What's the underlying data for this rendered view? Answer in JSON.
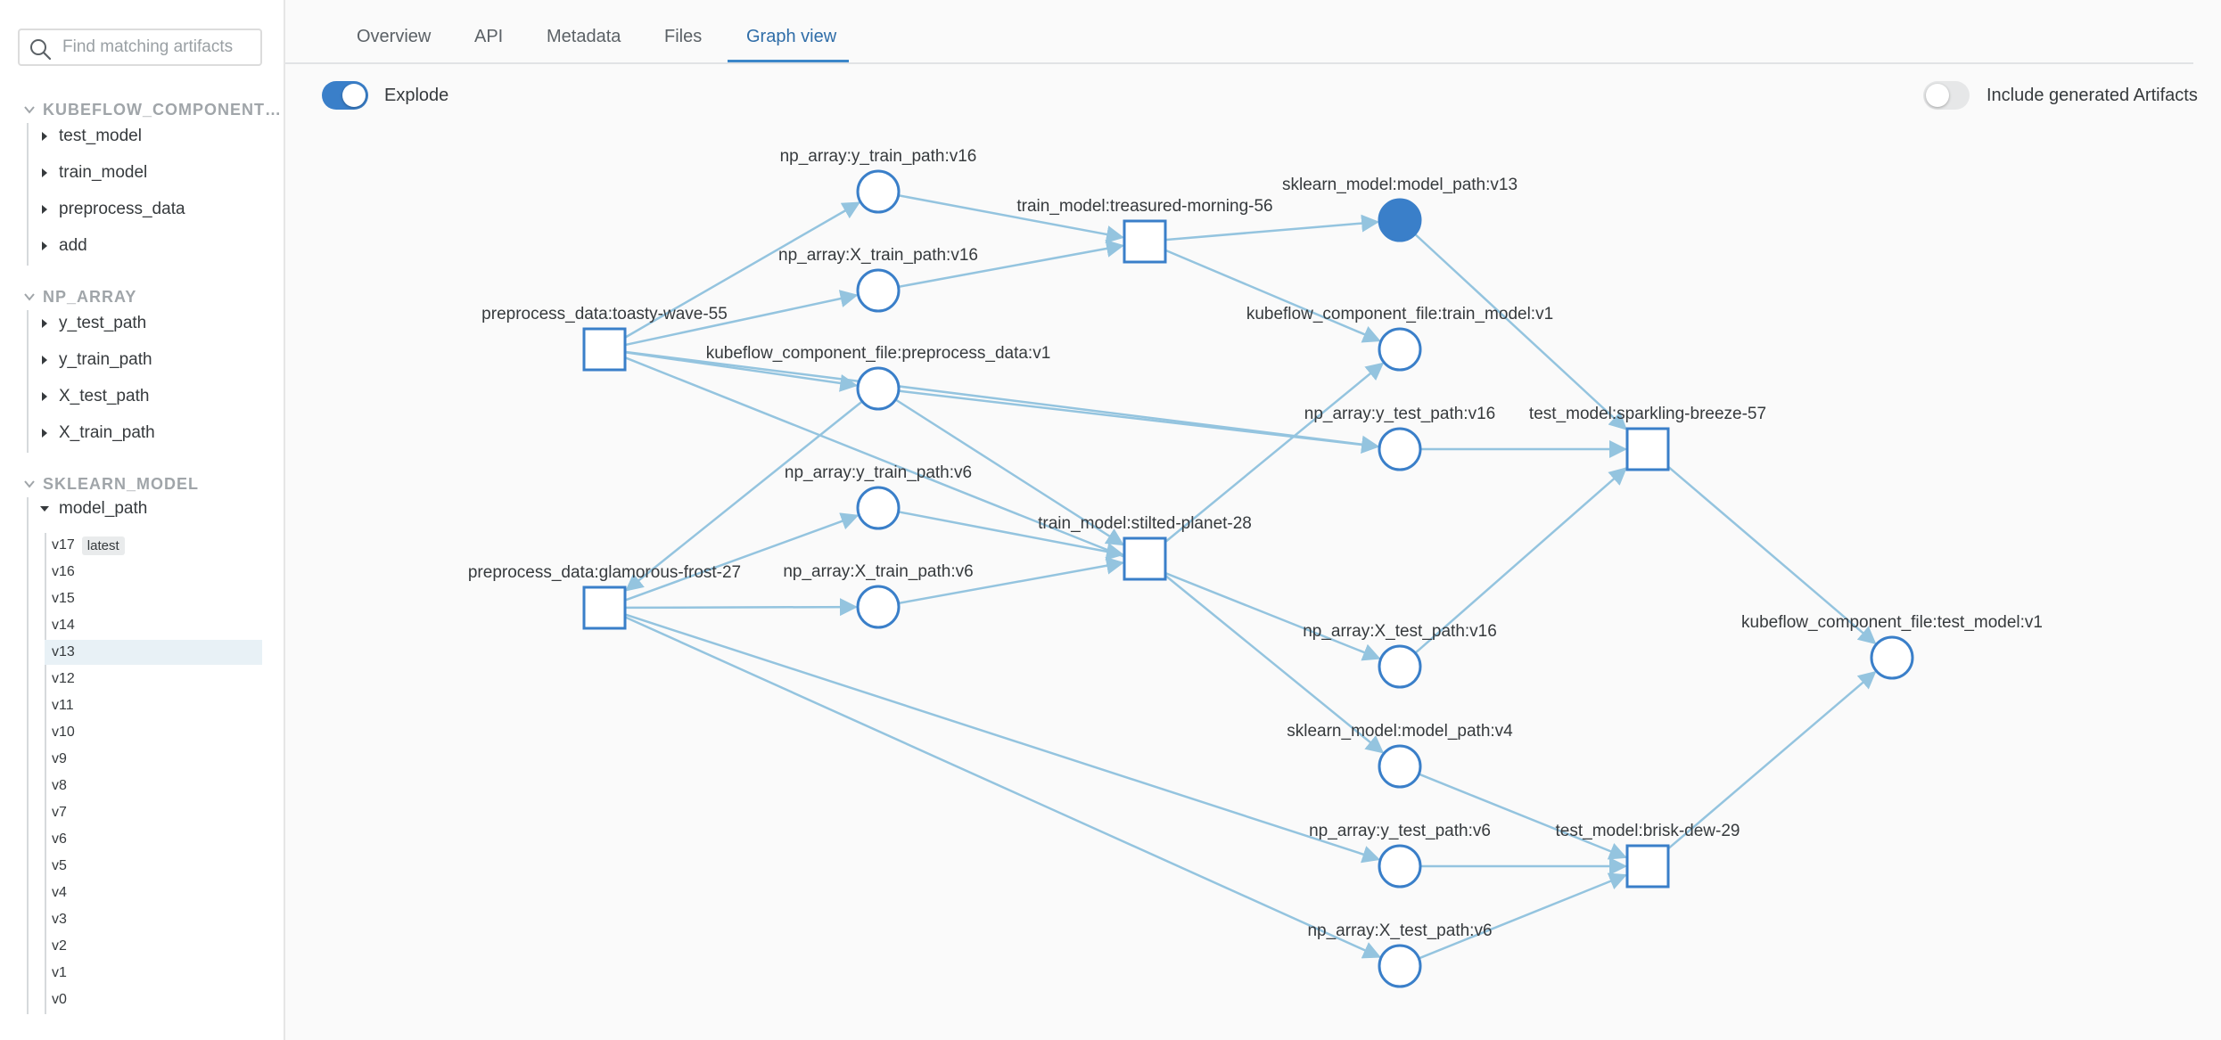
{
  "search": {
    "placeholder": "Find matching artifacts"
  },
  "sections": [
    {
      "title": "KUBEFLOW_COMPONENT…",
      "items": [
        "test_model",
        "train_model",
        "preprocess_data",
        "add"
      ]
    },
    {
      "title": "NP_ARRAY",
      "items": [
        "y_test_path",
        "y_train_path",
        "X_test_path",
        "X_train_path"
      ]
    },
    {
      "title": "SKLEARN_MODEL",
      "items": [
        "model_path"
      ]
    }
  ],
  "versions": {
    "latest_badge": "latest",
    "selected": "v13",
    "list": [
      "v17",
      "v16",
      "v15",
      "v14",
      "v13",
      "v12",
      "v11",
      "v10",
      "v9",
      "v8",
      "v7",
      "v6",
      "v5",
      "v4",
      "v3",
      "v2",
      "v1",
      "v0"
    ]
  },
  "tabs": [
    "Overview",
    "API",
    "Metadata",
    "Files",
    "Graph view"
  ],
  "active_tab": "Graph view",
  "controls": {
    "explode_label": "Explode",
    "explode_on": true,
    "include_generated_label": "Include generated Artifacts",
    "include_generated_on": false
  },
  "colors": {
    "accent": "#3a7fc9",
    "edge": "#94c4df",
    "node_stroke": "#3a7fc9",
    "selected_fill": "#3a7fc9"
  },
  "graph": {
    "nodes": [
      {
        "id": "pp1",
        "kind": "run",
        "label": "preprocess_data:toasty-wave-55"
      },
      {
        "id": "pp2",
        "kind": "run",
        "label": "preprocess_data:glamorous-frost-27"
      },
      {
        "id": "ytr16",
        "kind": "artifact",
        "label": "np_array:y_train_path:v16"
      },
      {
        "id": "xtr16",
        "kind": "artifact",
        "label": "np_array:X_train_path:v16"
      },
      {
        "id": "kpp",
        "kind": "artifact",
        "label": "kubeflow_component_file:preprocess_data:v1"
      },
      {
        "id": "ytr6",
        "kind": "artifact",
        "label": "np_array:y_train_path:v6"
      },
      {
        "id": "xtr6",
        "kind": "artifact",
        "label": "np_array:X_train_path:v6"
      },
      {
        "id": "tm1",
        "kind": "run",
        "label": "train_model:treasured-morning-56"
      },
      {
        "id": "tm2",
        "kind": "run",
        "label": "train_model:stilted-planet-28"
      },
      {
        "id": "sk13",
        "kind": "artifact",
        "label": "sklearn_model:model_path:v13",
        "selected": true
      },
      {
        "id": "ktm",
        "kind": "artifact",
        "label": "kubeflow_component_file:train_model:v1"
      },
      {
        "id": "yte16",
        "kind": "artifact",
        "label": "np_array:y_test_path:v16"
      },
      {
        "id": "xte16",
        "kind": "artifact",
        "label": "np_array:X_test_path:v16"
      },
      {
        "id": "sk4",
        "kind": "artifact",
        "label": "sklearn_model:model_path:v4"
      },
      {
        "id": "yte6",
        "kind": "artifact",
        "label": "np_array:y_test_path:v6"
      },
      {
        "id": "xte6",
        "kind": "artifact",
        "label": "np_array:X_test_path:v6"
      },
      {
        "id": "te1",
        "kind": "run",
        "label": "test_model:sparkling-breeze-57"
      },
      {
        "id": "te2",
        "kind": "run",
        "label": "test_model:brisk-dew-29"
      },
      {
        "id": "kte",
        "kind": "artifact",
        "label": "kubeflow_component_file:test_model:v1"
      }
    ],
    "edges": [
      [
        "pp1",
        "ytr16"
      ],
      [
        "pp1",
        "xtr16"
      ],
      [
        "pp1",
        "kpp"
      ],
      [
        "pp1",
        "yte16"
      ],
      [
        "pp1",
        "xte16"
      ],
      [
        "kpp",
        "pp2"
      ],
      [
        "pp2",
        "ytr6"
      ],
      [
        "pp2",
        "xtr6"
      ],
      [
        "pp2",
        "yte6"
      ],
      [
        "pp2",
        "xte6"
      ],
      [
        "ytr16",
        "tm1"
      ],
      [
        "xtr16",
        "tm1"
      ],
      [
        "tm1",
        "sk13"
      ],
      [
        "tm1",
        "ktm"
      ],
      [
        "kpp",
        "tm2"
      ],
      [
        "ytr6",
        "tm2"
      ],
      [
        "xtr6",
        "tm2"
      ],
      [
        "tm2",
        "ktm"
      ],
      [
        "tm2",
        "sk4"
      ],
      [
        "kpp",
        "yte16"
      ],
      [
        "sk13",
        "te1"
      ],
      [
        "yte16",
        "te1"
      ],
      [
        "xte16",
        "te1"
      ],
      [
        "sk4",
        "te2"
      ],
      [
        "yte6",
        "te2"
      ],
      [
        "xte6",
        "te2"
      ],
      [
        "te1",
        "kte"
      ],
      [
        "te2",
        "kte"
      ]
    ]
  }
}
